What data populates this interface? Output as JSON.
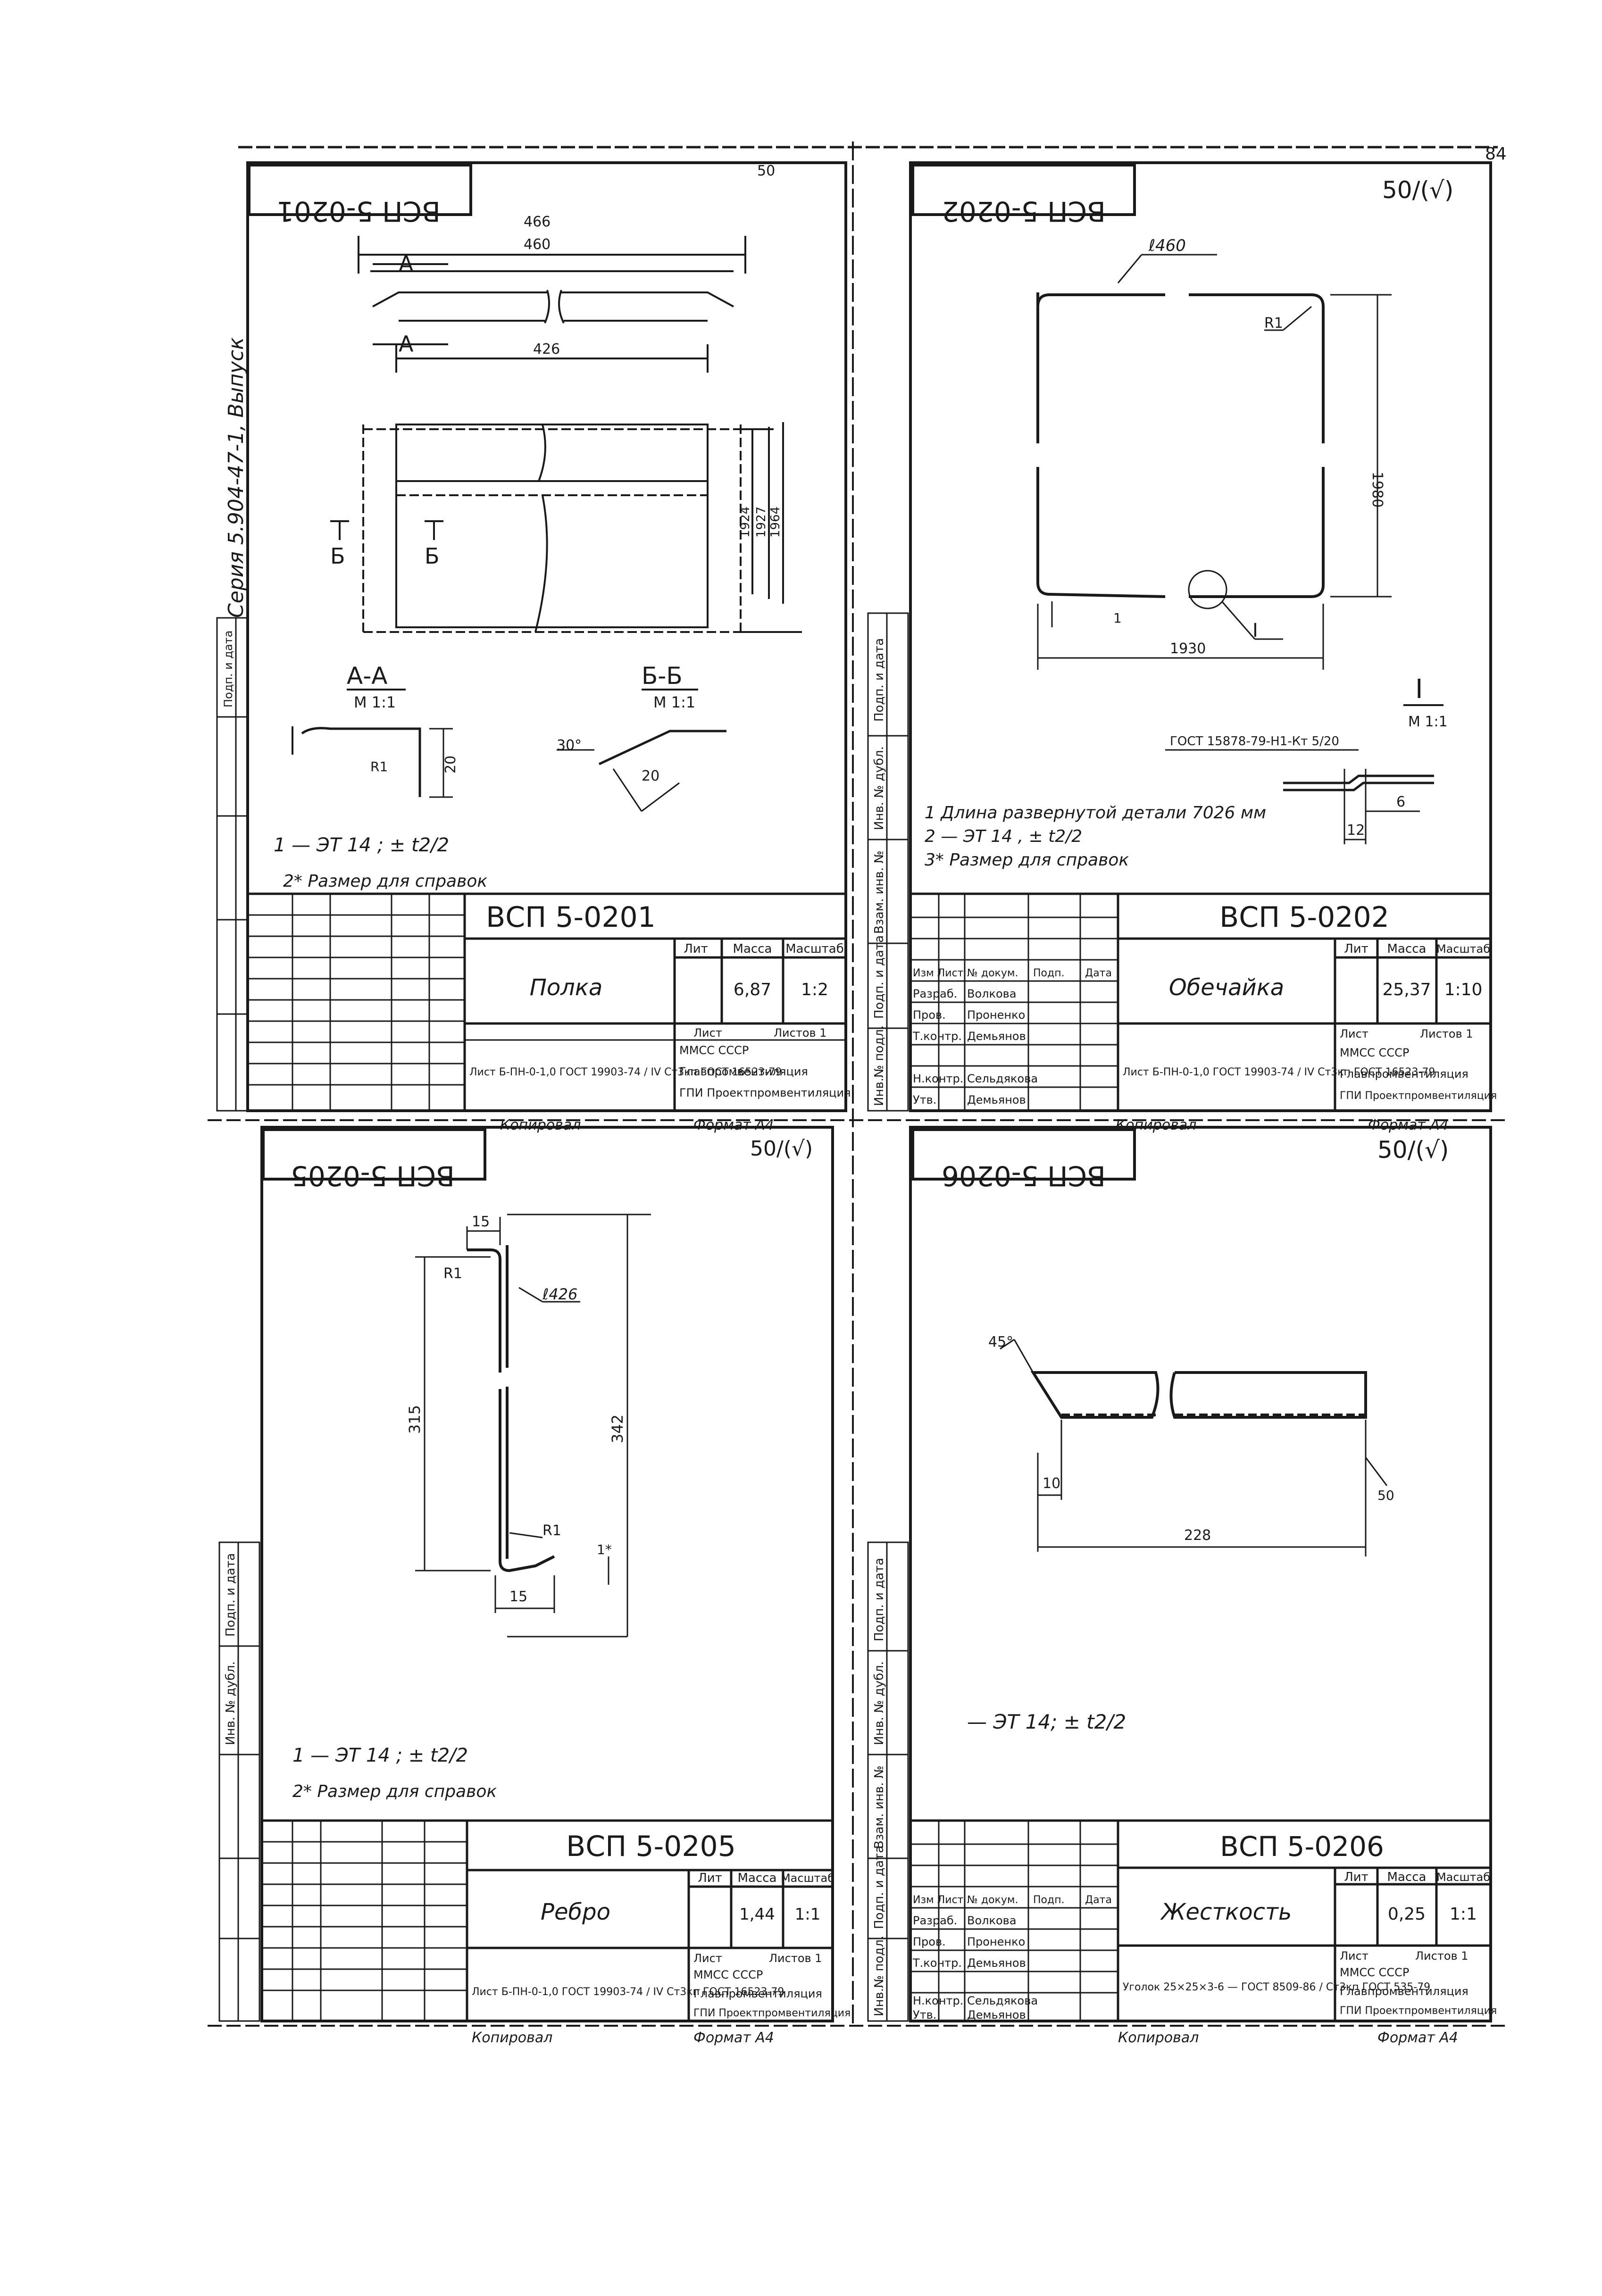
{
  "page": {
    "page_number": "84",
    "series": "Серия 5.904-47-1, Выпуск"
  },
  "sheets": [
    {
      "code": "ВСП 5-0201",
      "code_mirrored": "ВСП 5-0201",
      "sheet_num": "50",
      "name": "Полка",
      "massa": "6,87",
      "masshtab": "1:2",
      "dims": {
        "d466": "466",
        "d460": "460",
        "d426": "426",
        "d1924": "1924",
        "d1927": "1927",
        "d1964": "1964",
        "d20a": "20",
        "d20b": "20",
        "r1": "R1"
      },
      "section_AA": "А-А",
      "section_AA_scale": "М 1:1",
      "section_BB": "Б-Б",
      "section_BB_scale": "М 1:1",
      "angle30": "30°",
      "label_A": "А",
      "label_B": "Б",
      "notes": [
        "1 — ЭТ 14 ;   ± t2/2",
        "2* Размер для справок"
      ],
      "material": "Лист Б-ПН-0-1,0 ГОСТ 19903-74 / IV Ст3кп ГОСТ 16523-79",
      "org": [
        "ММСС СССР",
        "Главпромвентиляция",
        "ГПИ Проектпромвентиляция"
      ]
    },
    {
      "code": "ВСП 5-0202",
      "code_mirrored": "ВСП 5-0202",
      "sheet_num": "50",
      "name": "Обечайка",
      "massa": "25,37",
      "masshtab": "1:10",
      "dims": {
        "l460": "ℓ460",
        "r1": "R1",
        "d1930": "1930",
        "d1980": "1980",
        "d12": "12",
        "d6": "6",
        "d1": "1"
      },
      "view_I": "I",
      "view_I_scale": "М 1:1",
      "gost": "ГОСТ 15878-79-Н1-Кт 5/20",
      "notes": [
        "1 Длина развернутой детали 7026 мм",
        "2 — ЭТ 14 ,   ± t2/2",
        "3* Размер для справок"
      ],
      "material": "Лист Б-ПН-0-1,0 ГОСТ 19903-74 / IV Ст3кп ГОСТ 16523-79",
      "org": [
        "ММСС СССР",
        "Главпромвентиляция",
        "ГПИ Проектпромвентиляция"
      ]
    },
    {
      "code": "ВСП 5-0205",
      "code_mirrored": "ВСП 5-0205",
      "sheet_num": "50",
      "name": "Ребро",
      "massa": "1,44",
      "masshtab": "1:1",
      "dims": {
        "d15a": "15",
        "d15b": "15",
        "l426": "ℓ426",
        "d315": "315",
        "d342": "342",
        "r1a": "R1",
        "r1b": "R1",
        "d1": "1*"
      },
      "notes": [
        "1 — ЭТ 14 ;   ± t2/2",
        "2* Размер для справок"
      ],
      "material": "Лист Б-ПН-0-1,0 ГОСТ 19903-74 / IV Ст3кп ГОСТ 16523-79",
      "org": [
        "ММСС СССР",
        "Главпромвентиляция",
        "ГПИ Проектпромвентиляция"
      ]
    },
    {
      "code": "ВСП 5-0206",
      "code_mirrored": "ВСП 5-0206",
      "sheet_num": "50",
      "name": "Жесткость",
      "massa": "0,25",
      "masshtab": "1:1",
      "dims": {
        "d10": "10",
        "d228": "228",
        "d45": "45°",
        "d50": "50"
      },
      "notes": [
        "— ЭТ 14;   ± t2/2"
      ],
      "material": "Уголок 25×25×3-6 — ГОСТ 8509-86 / Ст3кп ГОСТ 535-79",
      "org": [
        "ММСС СССР",
        "Главпромвентиляция",
        "ГПИ Проектпромвентиляция"
      ]
    }
  ],
  "title_block": {
    "lit": "Лит",
    "massa": "Масса",
    "masshtab": "Масштаб",
    "list": "Лист",
    "listov": "Листов 1",
    "rows": [
      "Изм Лист",
      "№ докум.",
      "Подп.",
      "Дата"
    ],
    "people": [
      {
        "role": "Разраб.",
        "name": "Волкова"
      },
      {
        "role": "Пров.",
        "name": "Проненко"
      },
      {
        "role": "Т.контр.",
        "name": "Демьянов"
      },
      {
        "role": "Н.контр.",
        "name": "Сельдякова"
      },
      {
        "role": "Утв.",
        "name": "Демьянов"
      }
    ]
  },
  "footer": {
    "copied": "Копировал",
    "format": "Формат А4"
  },
  "stamps": [
    "Инв.№ подл.",
    "Подп. и дата",
    "Взам. инв. №",
    "Инв. № дубл.",
    "Подп. и дата"
  ],
  "roughness": "50/(√)"
}
